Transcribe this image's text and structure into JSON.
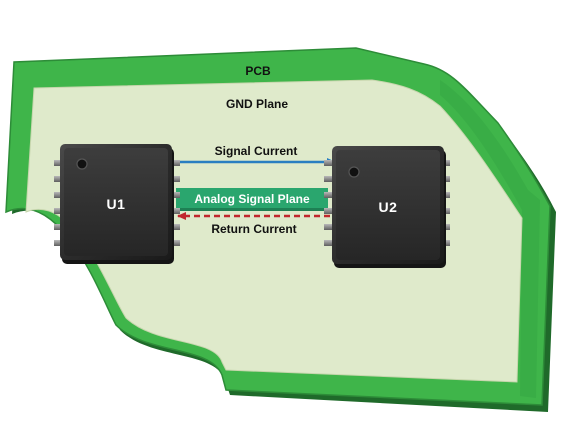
{
  "diagram": {
    "pcb_label": "PCB",
    "gnd_plane_label": "GND Plane",
    "signal_current_label": "Signal Current",
    "analog_signal_plane_label": "Analog Signal Plane",
    "return_current_label": "Return Current",
    "chip_u1_label": "U1",
    "chip_u2_label": "U2"
  },
  "colors": {
    "pcb_green": "#3fb54a",
    "pcb_edge_dark": "#1f6a2a",
    "gnd_plane": "#dfeacb",
    "analog_plane": "#2aa66e",
    "signal_arrow": "#2a7fc1",
    "return_arrow": "#c1272d",
    "chip_body": "#2f2f2f"
  }
}
